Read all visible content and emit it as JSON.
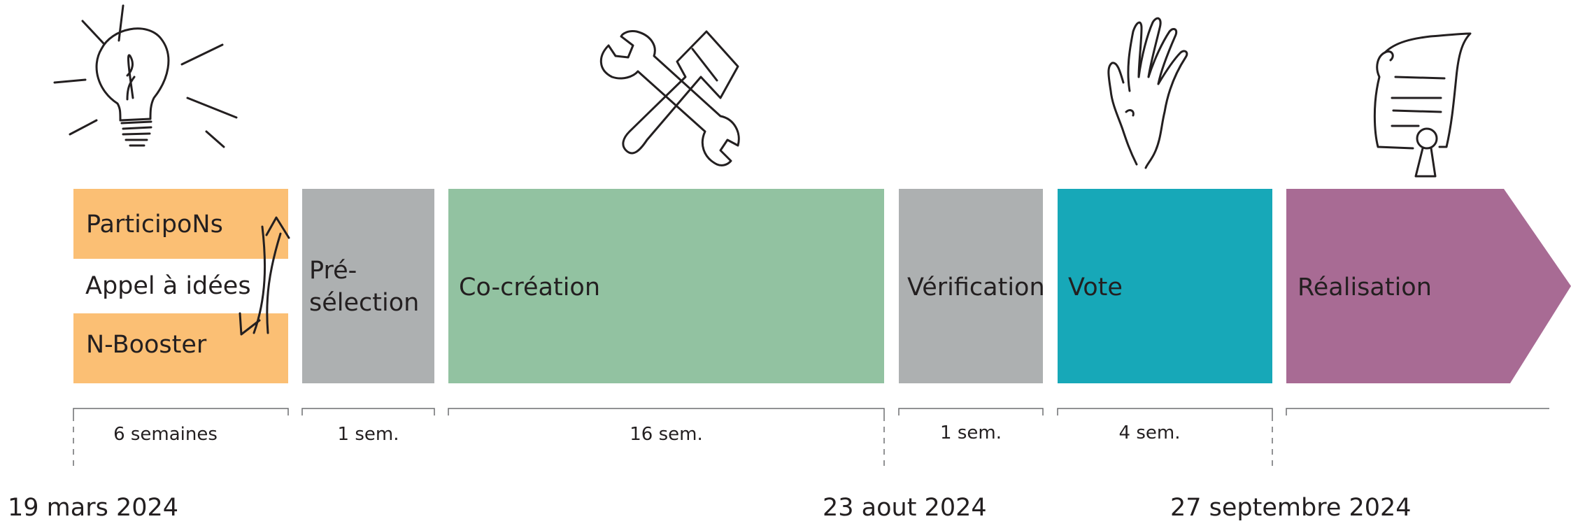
{
  "colors": {
    "orange": "#fbbf74",
    "gray": "#adb0b1",
    "green": "#92c2a1",
    "teal": "#17a8b8",
    "purple": "#a86b94",
    "text": "#231f20"
  },
  "icons": [
    "lightbulb-icon",
    "tools-icon",
    "hand-icon",
    "certificate-icon"
  ],
  "phases": {
    "idea": {
      "top_label": "ParticipoNs",
      "middle_label": "Appel à idées",
      "bottom_label": "N-Booster",
      "duration": "6 semaines"
    },
    "preselection": {
      "label_line1": "Pré-",
      "label_line2": "sélection",
      "duration": "1 sem."
    },
    "cocreation": {
      "label": "Co-création",
      "duration": "16 sem."
    },
    "verification": {
      "label": "Vérification",
      "duration": "1 sem."
    },
    "vote": {
      "label": "Vote",
      "duration": "4 sem."
    },
    "realisation": {
      "label": "Réalisation"
    }
  },
  "dates": {
    "start": "19 mars 2024",
    "mid": "23 aout 2024",
    "end": "27 septembre 2024"
  }
}
